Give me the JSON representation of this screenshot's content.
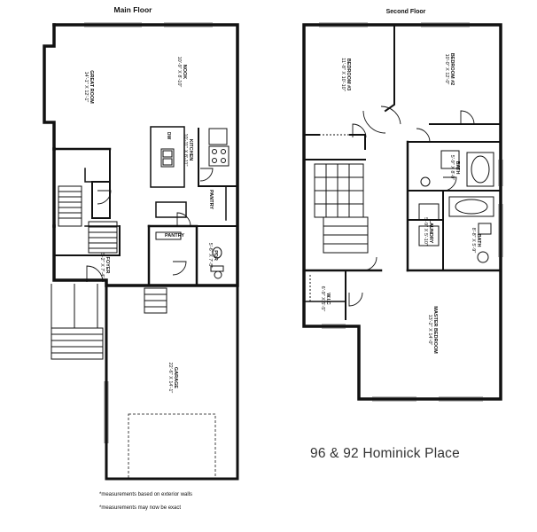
{
  "main_floor": {
    "title": "Main Floor",
    "rooms": {
      "great_room": {
        "name": "GREAT ROOM",
        "size": "14'-1\" X 12'-1\""
      },
      "nook": {
        "name": "NOOK",
        "size": "10'-9\" X 8'-10\""
      },
      "kitchen": {
        "name": "KITCHEN",
        "size": "10'-11\" X 8'-11\""
      },
      "pantry_kitchen": {
        "name": "PANTRY"
      },
      "pantry": {
        "name": "PANTRY"
      },
      "powder_room": {
        "name": "PDR",
        "size": "5'-6\" X 7'-5\""
      },
      "foyer": {
        "name": "FOYER",
        "size": "6'-2\" X 7'-4\""
      },
      "garage": {
        "name": "GARAGE",
        "size": "22'-6\" X 14'-1\""
      }
    },
    "appliances": {
      "dishwasher": "DW"
    }
  },
  "second_floor": {
    "title": "Second Floor",
    "rooms": {
      "bedroom3": {
        "name": "BEDROOM #3",
        "size": "11'-8\" X 10'-10\""
      },
      "bedroom2": {
        "name": "BEDROOM #2",
        "size": "10'-0\" X 12'-0\""
      },
      "bath_upper": {
        "name": "BATH",
        "size": "5'-9\" X 8'-0\""
      },
      "laundry": {
        "name": "LAUNDRY",
        "size": "5'-9\" X 5'-10\""
      },
      "bath_ensuite": {
        "name": "BATH",
        "size": "8'-8\" X 5'-9\""
      },
      "wic": {
        "name": "W.I.C",
        "size": "6'-9\" X 5'-5\""
      },
      "master": {
        "name": "MASTER BEDROOM",
        "size": "13'-2\" X 14'-0\""
      }
    }
  },
  "address": "96 & 92 Hominick Place",
  "notes": [
    "*measurements based on exterior walls",
    "*measurements may now be exact"
  ]
}
